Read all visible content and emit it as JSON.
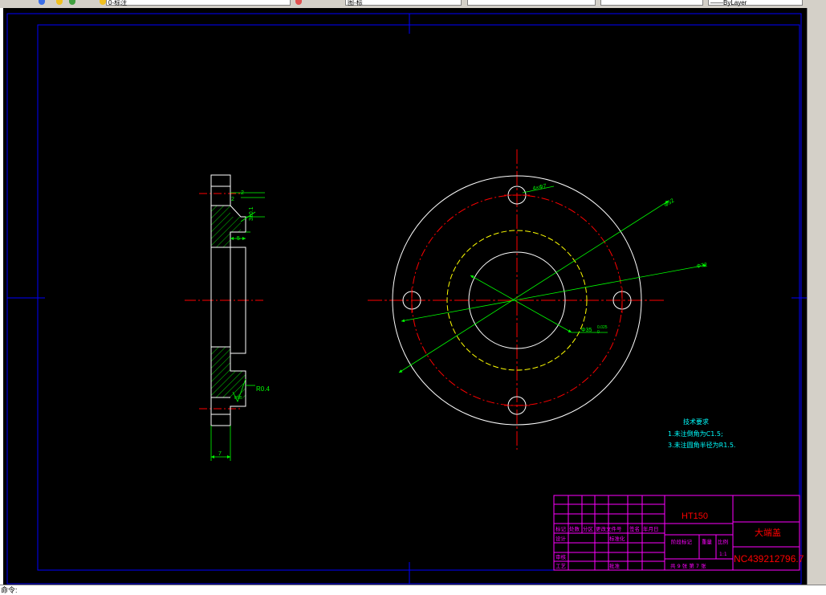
{
  "app": {
    "toolbar": {
      "layer_label": "0-标注",
      "combo_1": "图-标",
      "combo_2": "",
      "combo_3": "",
      "combo_4": "——ByLayer"
    },
    "status_text": "命令:"
  },
  "colors": {
    "canvas_bg": "#000000",
    "frame": "#0000ff",
    "outline": "#ffffff",
    "center_line": "#ff0000",
    "dimension": "#00ff00",
    "bolt_circle": "#ff0000",
    "hidden_line": "#ffff00",
    "table": "#ff00ff",
    "notes": "#00ffff"
  },
  "drawing": {
    "section_view": {
      "dims": {
        "top_small": "2",
        "top_mid": "2",
        "fillet_label": "3±0.1",
        "step": "5",
        "roughness_value": "R0.4",
        "roughness_sub": "0.05",
        "width": "7"
      }
    },
    "front_view": {
      "holes_label": "4×Φ7",
      "dia_outer": "Φ52",
      "dia_bolt": "Φ72",
      "dia_bore": "Φ35",
      "bore_tol_upper": "0.025",
      "bore_tol_lower": "0"
    },
    "notes": {
      "title": "技术要求",
      "line1": "1.未注倒角为C1.5;",
      "line2": "3.未注圆角半径为R1.5."
    },
    "title_block": {
      "material": "HT150",
      "part_name": "大端盖",
      "drawing_no": "NC439212796.7",
      "headers": [
        "标记",
        "处数",
        "分区",
        "更改文件号",
        "签名",
        "年月日"
      ],
      "row_design": "设计",
      "row_standard": "标准化",
      "row_stage": "阶段标记",
      "row_weight": "重量",
      "row_scale": "比例",
      "row_check": "审核",
      "row_process": "工艺",
      "row_approve": "批准",
      "scale_value": "1:1",
      "sheet_info": "共 9 张  第 7 张"
    }
  }
}
